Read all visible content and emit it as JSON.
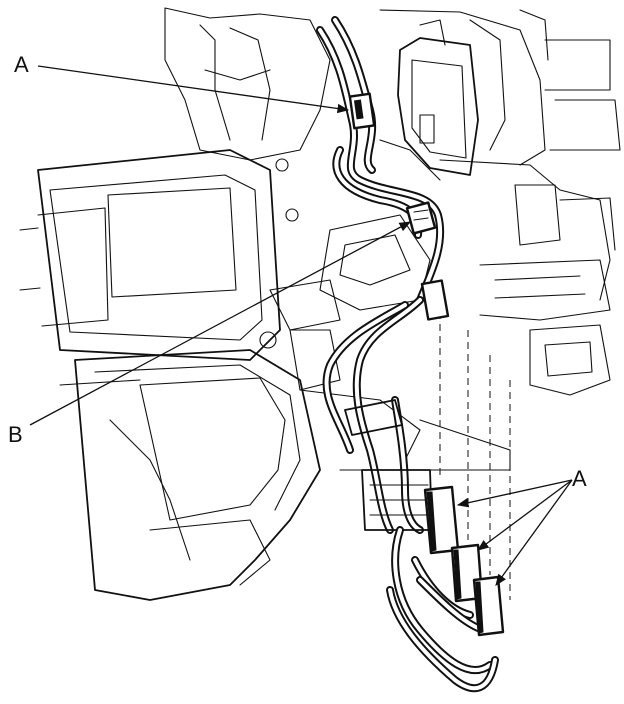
{
  "callouts": {
    "upper_connector": "A",
    "middle_connector": "B",
    "lower_connectors": "A"
  }
}
